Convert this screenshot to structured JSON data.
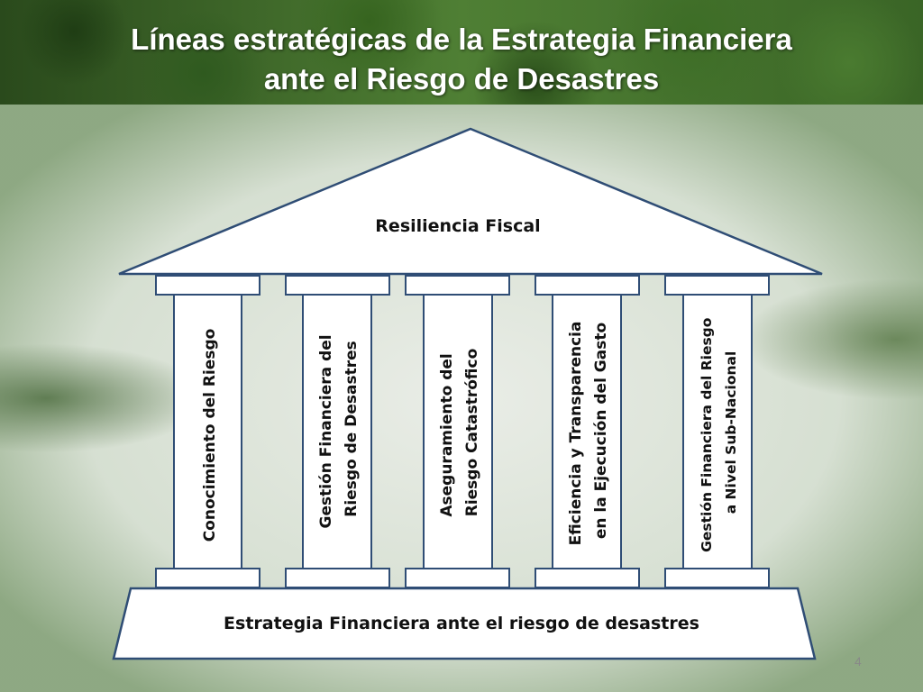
{
  "title_line1": "Líneas estratégicas de la Estrategia Financiera",
  "title_line2": "ante el Riesgo de Desastres",
  "roof_label": "Resiliencia Fiscal",
  "pillars": [
    {
      "line1": "Conocimiento del Riesgo",
      "line2": ""
    },
    {
      "line1": "Gestión Financiera del",
      "line2": "Riesgo de Desastres"
    },
    {
      "line1": "Aseguramiento del",
      "line2": "Riesgo Catastrófico"
    },
    {
      "line1": "Eficiencia y Transparencia",
      "line2": "en la  Ejecución del Gasto"
    },
    {
      "line1": "Gestión Financiera del Riesgo",
      "line2": "a Nivel Sub-Nacional"
    }
  ],
  "base_label": "Estrategia Financiera  ante el riesgo de desastres",
  "page_number": "4",
  "colors": {
    "outline": "#2f4d75",
    "fill": "#ffffff",
    "text": "#111111"
  }
}
